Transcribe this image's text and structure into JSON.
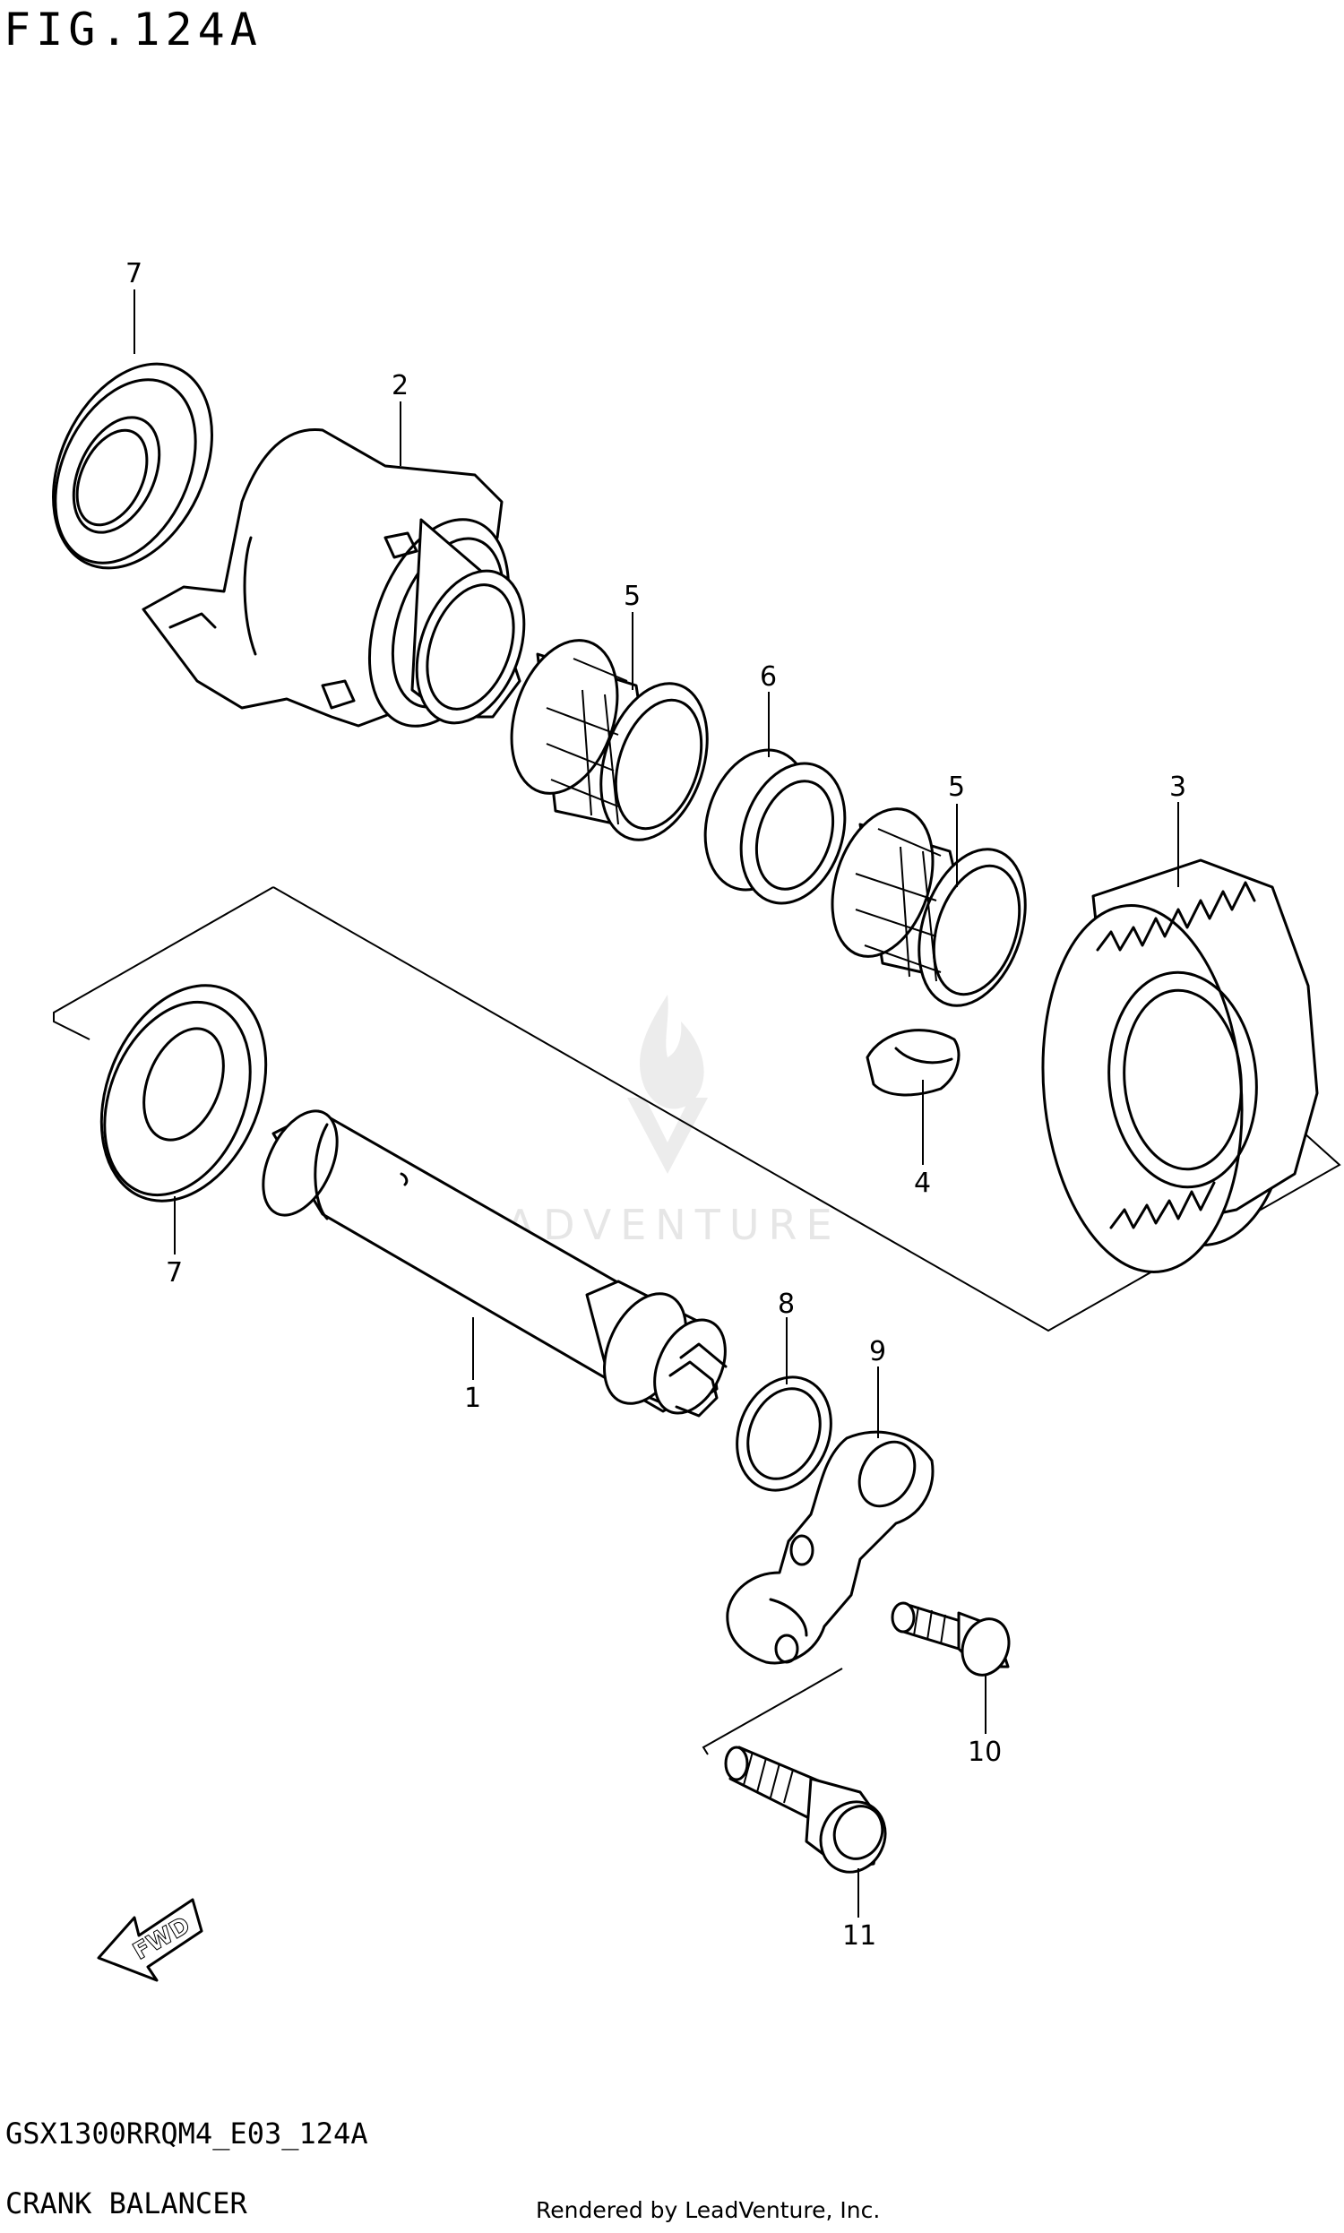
{
  "figure": {
    "title": "FIG.124A"
  },
  "footer": {
    "model_code": "GSX1300RRQM4_E03_124A",
    "section_name": "CRANK BALANCER",
    "credit": "Rendered by LeadVenture, Inc."
  },
  "watermark": {
    "text": "LEADVENTURE"
  },
  "fwd_arrow": {
    "label": "FWD"
  },
  "callouts": {
    "c1": "1",
    "c2": "2",
    "c3": "3",
    "c4": "4",
    "c5a": "5",
    "c5b": "5",
    "c6": "6",
    "c7a": "7",
    "c7b": "7",
    "c8": "8",
    "c9": "9",
    "c10": "10",
    "c11": "11"
  }
}
